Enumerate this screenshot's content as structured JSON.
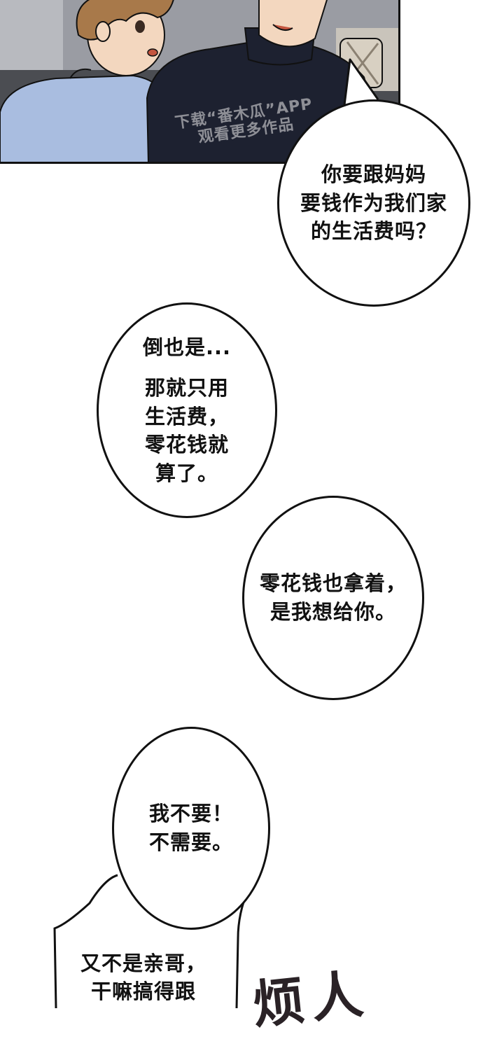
{
  "panel": {
    "watermark_line1": "下载“番木瓜”APP",
    "watermark_line2": "观看更多作品"
  },
  "bubbles": [
    {
      "text": "你要跟妈妈\n要钱作为我们家\n的生活费吗？"
    },
    {
      "lead": "倒也是...",
      "text": "那就只用\n生活费，\n零花钱就\n算了。"
    },
    {
      "text": "零花钱也拿着，\n是我想给你。"
    },
    {
      "text": "我不要！\n不需要。"
    }
  ],
  "bottom_text": "又不是亲哥，\n干嘛搞得跟",
  "sfx": "烦人",
  "colors": {
    "ink": "#111111",
    "background": "#ffffff",
    "panel_dark": "#4b4d52",
    "shirt_blue": "#a9bde0",
    "hair": "#a8794a",
    "sweater": "#1d2130"
  }
}
